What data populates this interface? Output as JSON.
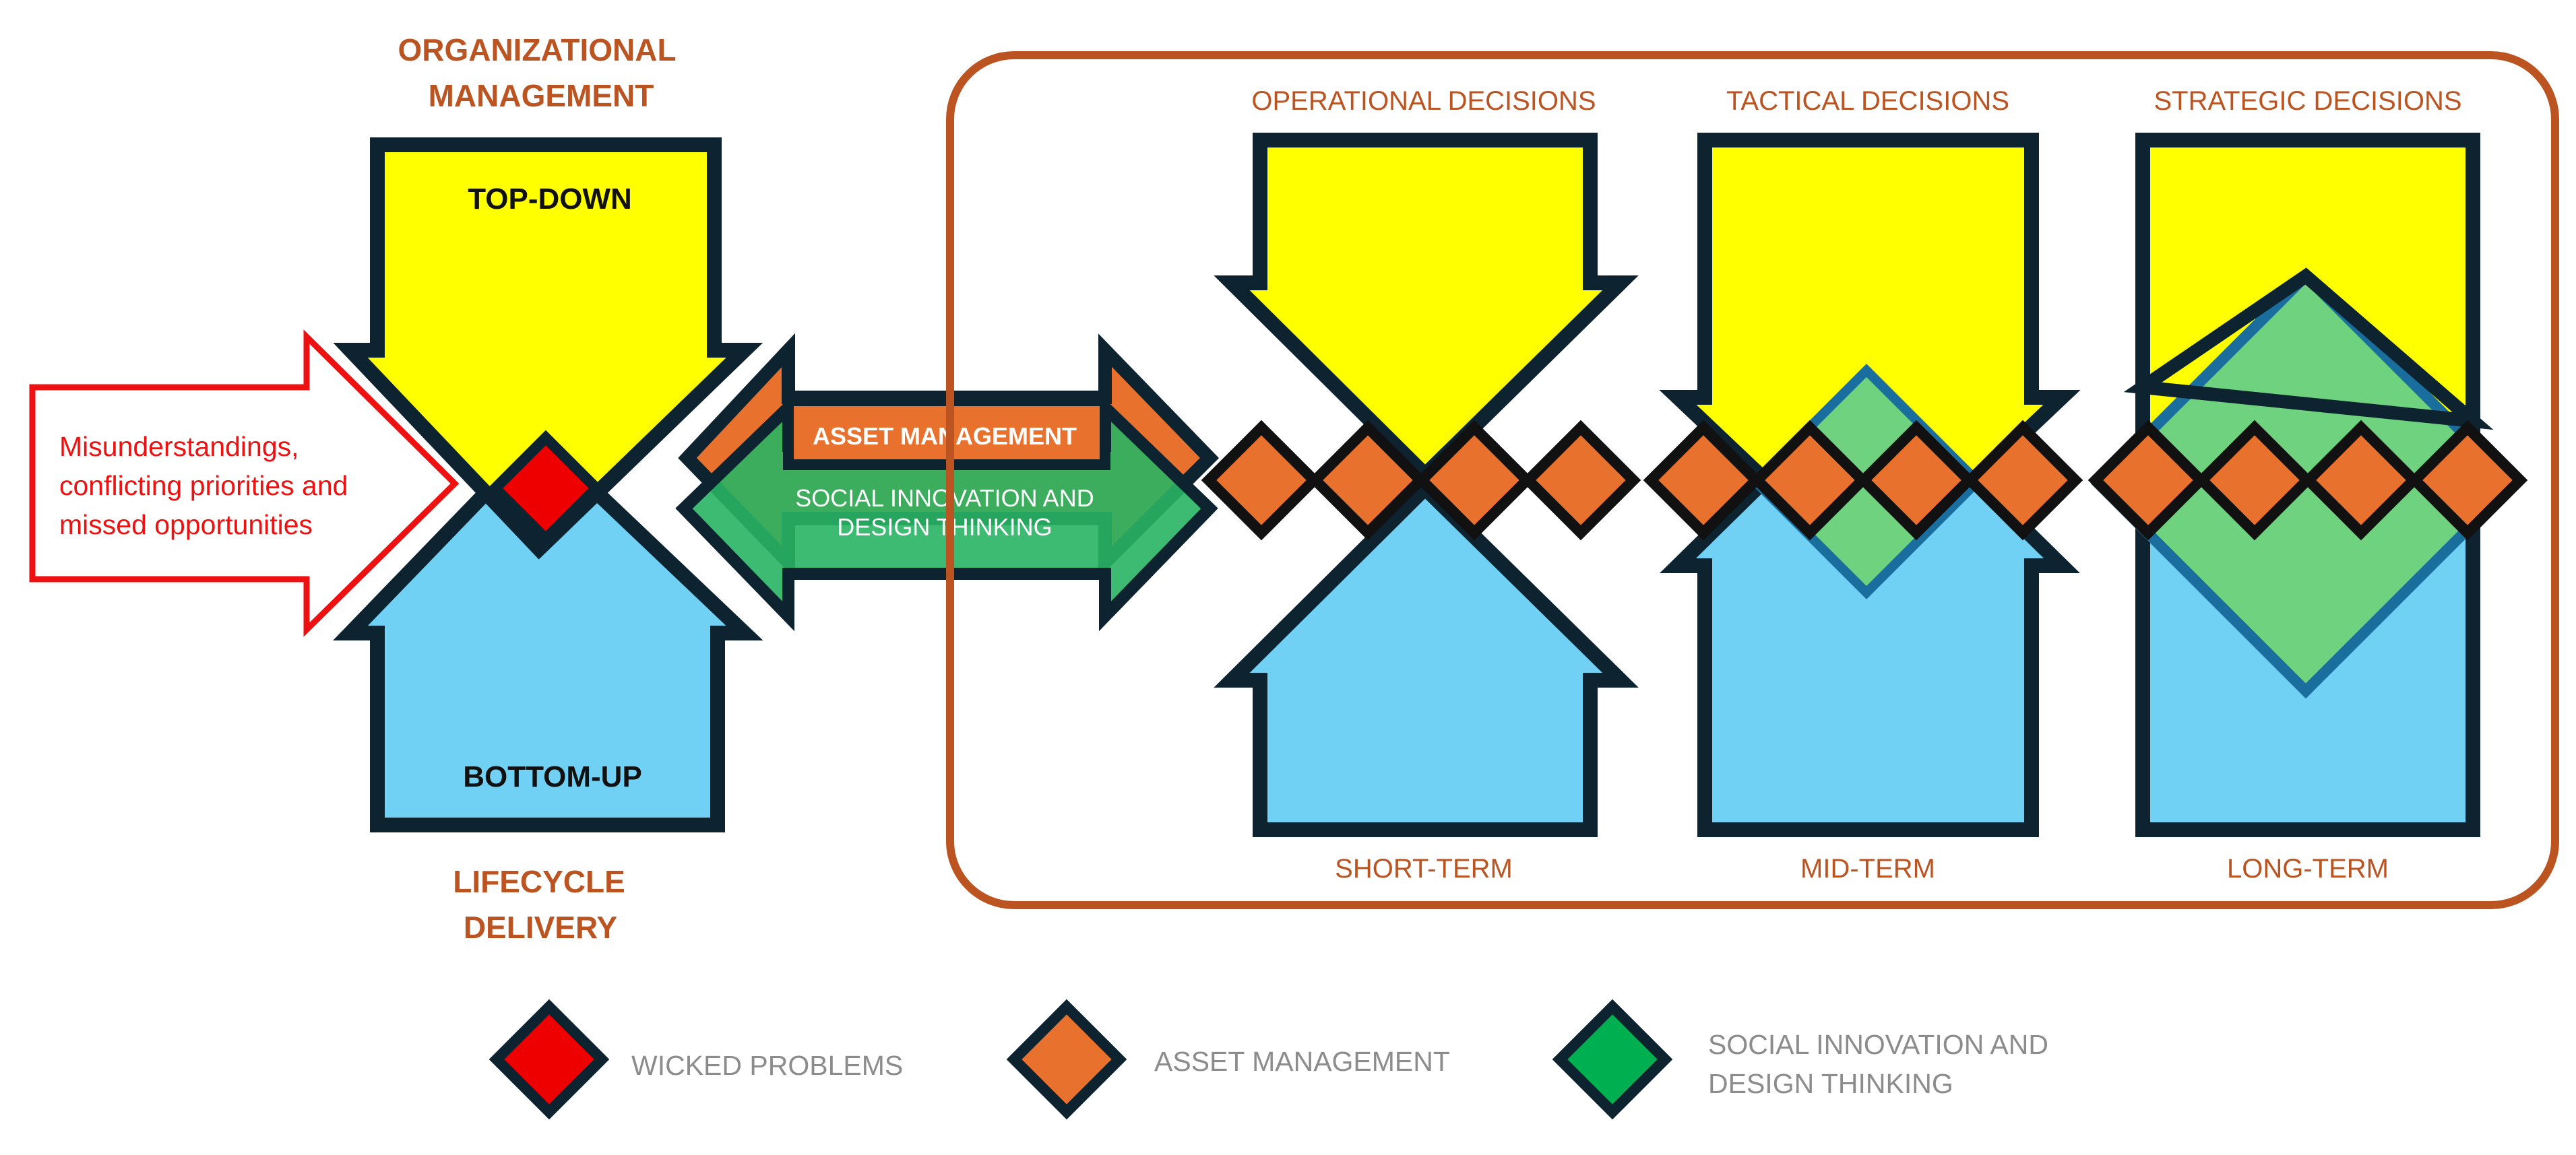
{
  "colors": {
    "brown": "#BB5421",
    "top_down_fill": "#FFFF00",
    "bottom_up_fill": "#70D1F4",
    "outline": "#0D2330",
    "asset_management": "#E9712E",
    "social_innovation": "#28B463",
    "social_innovation_light": "#6FD27E",
    "wicked_problems": "#EE0000",
    "legend_text": "#8C8C8C"
  },
  "left": {
    "title_top": [
      "ORGANIZATIONAL",
      "MANAGEMENT"
    ],
    "top_down_label": "TOP-DOWN",
    "bottom_up_label": "BOTTOM-UP",
    "title_bottom": [
      "LIFECYCLE",
      "DELIVERY"
    ],
    "problem_lines": [
      "Misunderstandings,",
      "conflicting priorities and",
      "missed opportunities"
    ]
  },
  "connector": {
    "asset_management_label": "ASSET MANAGEMENT",
    "social_innovation_lines": [
      "SOCIAL INNOVATION AND",
      "DESIGN THINKING"
    ]
  },
  "decisions": [
    {
      "header": "OPERATIONAL DECISIONS",
      "term": "SHORT-TERM"
    },
    {
      "header": "TACTICAL DECISIONS",
      "term": "MID-TERM"
    },
    {
      "header": "STRATEGIC DECISIONS",
      "term": "LONG-TERM"
    }
  ],
  "legend": [
    {
      "icon": "red-diamond-icon",
      "lines": [
        "WICKED PROBLEMS"
      ]
    },
    {
      "icon": "orange-diamond-icon",
      "lines": [
        "ASSET MANAGEMENT"
      ]
    },
    {
      "icon": "green-diamond-icon",
      "lines": [
        "SOCIAL INNOVATION AND",
        "DESIGN THINKING"
      ]
    }
  ]
}
